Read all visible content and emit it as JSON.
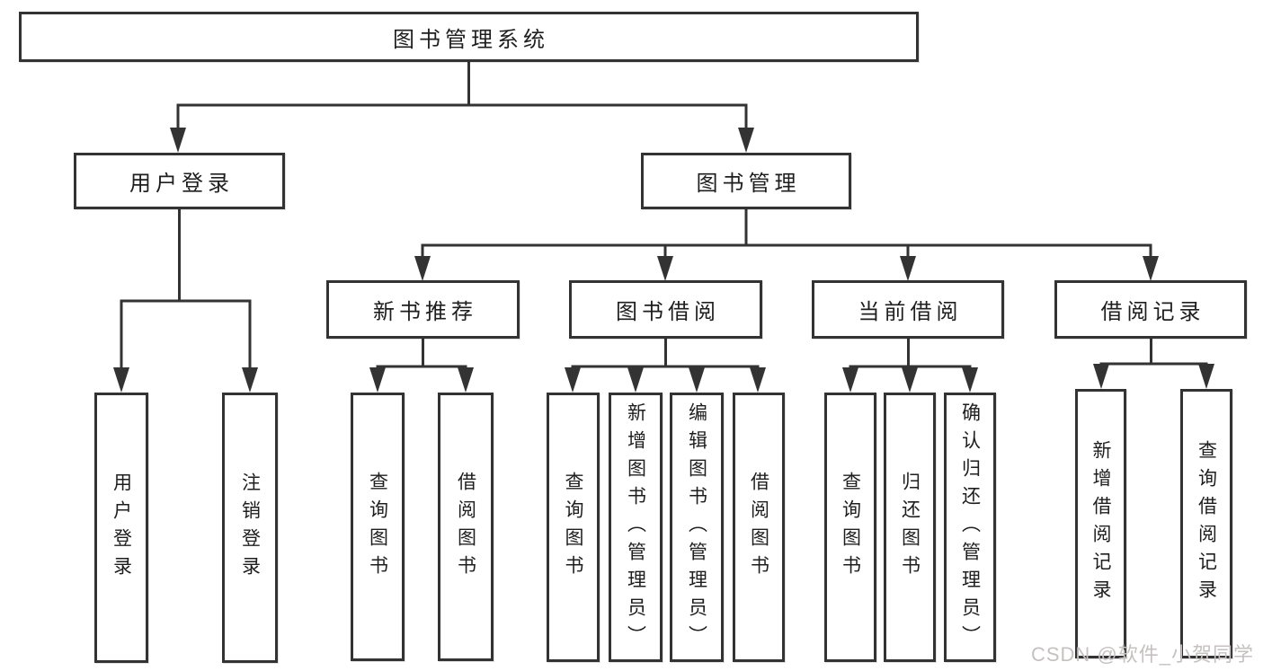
{
  "diagram": {
    "watermark": "CSDN @软件_小贺同学",
    "colors": {
      "line": "#333333",
      "box_border": "#333333",
      "text": "#1e1e1e",
      "watermark": "#c6c0c0",
      "background": "#ffffff"
    },
    "nodes": {
      "root": {
        "label": "图书管理系统"
      },
      "user_login": {
        "label": "用户登录"
      },
      "book_management": {
        "label": "图书管理"
      },
      "new_book_recommend": {
        "label": "新书推荐"
      },
      "book_borrowing": {
        "label": "图书借阅"
      },
      "current_borrowing": {
        "label": "当前借阅"
      },
      "borrowing_records": {
        "label": "借阅记录"
      },
      "leaf_user_login": {
        "label": "用户登录"
      },
      "leaf_logout": {
        "label": "注销登录"
      },
      "leaf_query_books_recommend": {
        "label": "查询图书"
      },
      "leaf_borrow_books_recommend": {
        "label": "借阅图书"
      },
      "leaf_query_books_borrowing": {
        "label": "查询图书"
      },
      "leaf_add_books_admin": {
        "label": "新增图书（管理员）"
      },
      "leaf_edit_books_admin": {
        "label": "编辑图书（管理员）"
      },
      "leaf_borrow_books_borrowing": {
        "label": "借阅图书"
      },
      "leaf_query_books_current": {
        "label": "查询图书"
      },
      "leaf_return_books": {
        "label": "归还图书"
      },
      "leaf_confirm_return_admin": {
        "label": "确认归还（管理员）"
      },
      "leaf_add_borrow_record": {
        "label": "新增借阅记录"
      },
      "leaf_query_borrow_record": {
        "label": "查询借阅记录"
      }
    }
  }
}
